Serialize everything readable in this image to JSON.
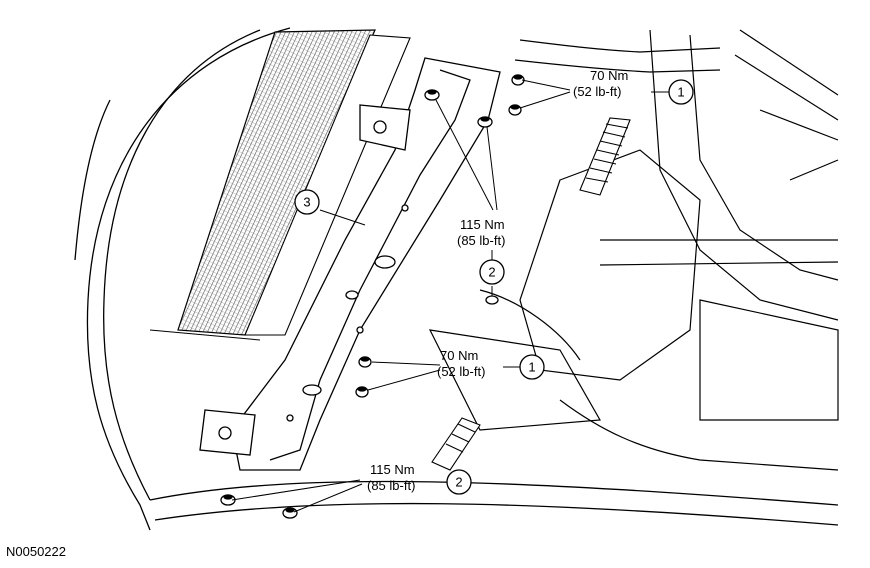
{
  "figure_id": "N0050222",
  "callouts": [
    {
      "id": "1",
      "torque_nm": "70 Nm",
      "torque_lbft": "(52 lb-ft)"
    },
    {
      "id": "2",
      "torque_nm": "115 Nm",
      "torque_lbft": "(85 lb-ft)"
    },
    {
      "id": "1",
      "torque_nm": "70 Nm",
      "torque_lbft": "(52 lb-ft)"
    },
    {
      "id": "2",
      "torque_nm": "115 Nm",
      "torque_lbft": "(85 lb-ft)"
    },
    {
      "id": "3"
    }
  ],
  "colors": {
    "ink": "#000000",
    "paper": "#ffffff",
    "hatch": "#666666"
  }
}
